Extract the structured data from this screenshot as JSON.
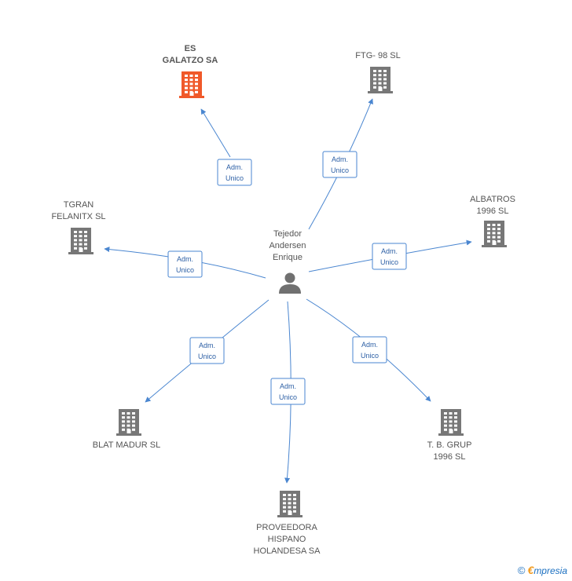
{
  "center": {
    "label_lines": [
      "Tejedor",
      "Andersen",
      "Enrique"
    ],
    "icon": "person-icon"
  },
  "edge_label_lines": [
    "Adm.",
    "Unico"
  ],
  "colors": {
    "edge": "#4a86d0",
    "building": "#777777",
    "building_highlight": "#f0592a"
  },
  "nodes": [
    {
      "id": "es-galatzo",
      "label_lines": [
        "ES",
        "GALATZO SA"
      ],
      "highlight": true,
      "icon": "building-icon"
    },
    {
      "id": "ftg-98",
      "label_lines": [
        "FTG- 98  SL"
      ],
      "highlight": false,
      "icon": "building-icon"
    },
    {
      "id": "albatros",
      "label_lines": [
        "ALBATROS",
        "1996  SL"
      ],
      "highlight": false,
      "icon": "building-icon"
    },
    {
      "id": "tgran",
      "label_lines": [
        "TGRAN",
        "FELANITX SL"
      ],
      "highlight": false,
      "icon": "building-icon"
    },
    {
      "id": "blat-madur",
      "label_lines": [
        "BLAT MADUR SL"
      ],
      "highlight": false,
      "icon": "building-icon"
    },
    {
      "id": "proveedora",
      "label_lines": [
        "PROVEEDORA",
        "HISPANO",
        "HOLANDESA SA"
      ],
      "highlight": false,
      "icon": "building-icon"
    },
    {
      "id": "tb-grup",
      "label_lines": [
        "T. B. GRUP",
        "1996 SL"
      ],
      "highlight": false,
      "icon": "building-icon"
    }
  ],
  "footer": {
    "copyright": "©",
    "brand_first": "€",
    "brand_rest": "mpresia"
  }
}
